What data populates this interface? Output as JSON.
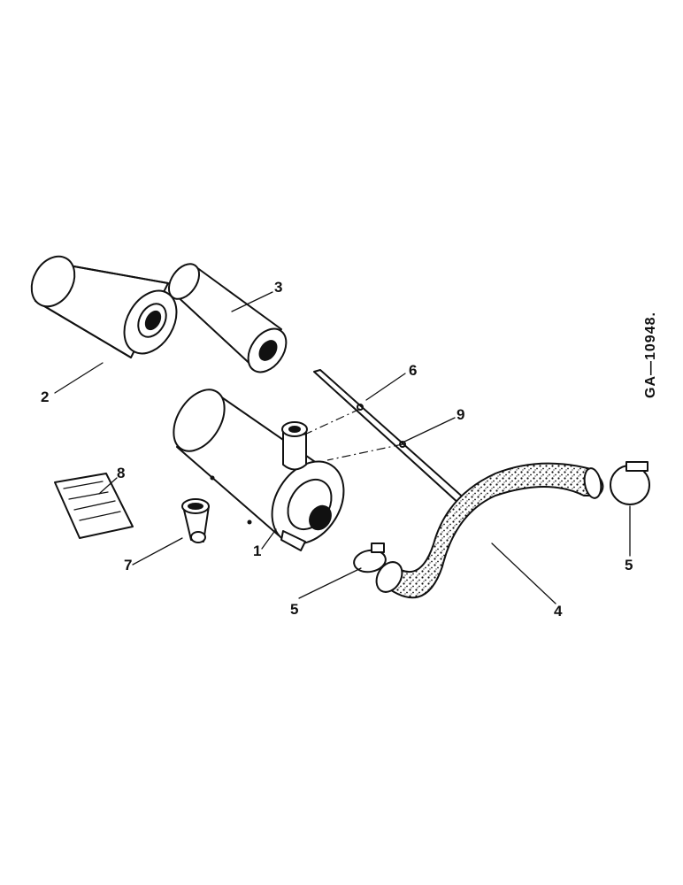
{
  "figure_id": "GA—10948.",
  "callouts": [
    {
      "id": "c1",
      "label": "1"
    },
    {
      "id": "c2",
      "label": "2"
    },
    {
      "id": "c3",
      "label": "3"
    },
    {
      "id": "c4",
      "label": "4"
    },
    {
      "id": "c5a",
      "label": "5"
    },
    {
      "id": "c5b",
      "label": "5"
    },
    {
      "id": "c6",
      "label": "6"
    },
    {
      "id": "c7",
      "label": "7"
    },
    {
      "id": "c8",
      "label": "8"
    },
    {
      "id": "c9",
      "label": "9"
    }
  ]
}
